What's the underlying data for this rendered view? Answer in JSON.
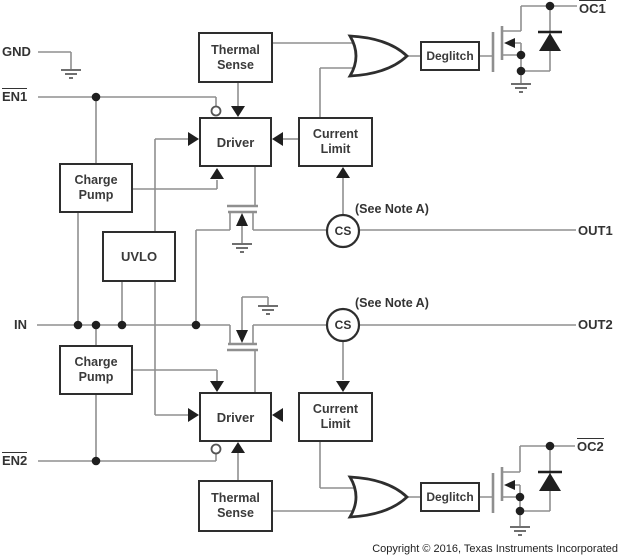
{
  "diagram": {
    "blocks": {
      "thermal_sense": {
        "line1": "Thermal",
        "line2": "Sense"
      },
      "driver": {
        "label": "Driver"
      },
      "current_limit": {
        "line1": "Current",
        "line2": "Limit"
      },
      "charge_pump": {
        "line1": "Charge",
        "line2": "Pump"
      },
      "uvlo": {
        "label": "UVLO"
      },
      "deglitch": {
        "label": "Deglitch"
      },
      "current_sense": {
        "label": "CS"
      }
    },
    "ports": {
      "gnd": "GND",
      "en1": "EN1",
      "in": "IN",
      "en2": "EN2",
      "out1": "OUT1",
      "out2": "OUT2",
      "oc1": "OC1",
      "oc2": "OC2"
    },
    "annotations": {
      "note_a": "(See Note A)",
      "copyright": "Copyright © 2016, Texas Instruments Incorporated"
    },
    "colors": {
      "background": "#ffffff",
      "wire": "#8f8f8f",
      "structure": "#2e2e2e",
      "fill_dark": "#1f1f1f",
      "text": "#3a3a3a"
    }
  }
}
